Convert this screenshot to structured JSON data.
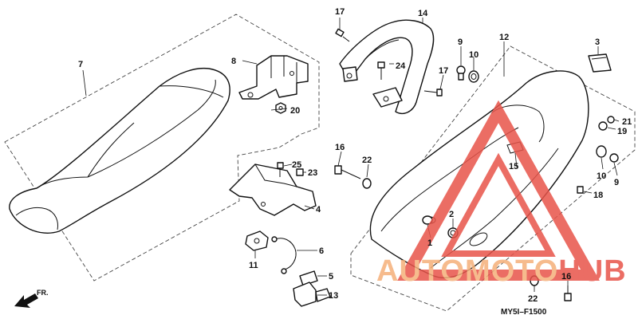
{
  "callouts": {
    "c1": "1",
    "c2": "2",
    "c3": "3",
    "c4": "4",
    "c5": "5",
    "c6": "6",
    "c7": "7",
    "c8": "8",
    "c9a": "9",
    "c9b": "9",
    "c10a": "10",
    "c10b": "10",
    "c11": "11",
    "c12": "12",
    "c13": "13",
    "c14": "14",
    "c15": "15",
    "c16a": "16",
    "c16b": "16",
    "c17a": "17",
    "c17b": "17",
    "c18": "18",
    "c19": "19",
    "c20": "20",
    "c21": "21",
    "c22a": "22",
    "c22b": "22",
    "c23": "23",
    "c24": "24",
    "c25": "25"
  },
  "front_label": "FR.",
  "diagram_code": "MY5I–F1500",
  "watermark": {
    "part1": "AUTO",
    "part2": "MOTO",
    "part3": "HUB"
  },
  "colors": {
    "watermark_orange": "#f5b07a",
    "watermark_red": "#e8544a",
    "line": "#111111"
  }
}
